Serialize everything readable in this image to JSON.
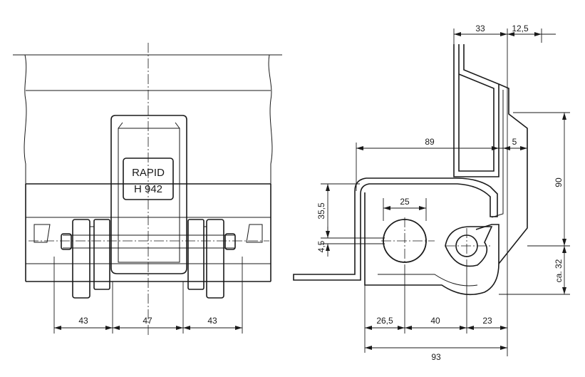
{
  "plate": {
    "line1": "RAPID",
    "line2": "H 942"
  },
  "dimensions": {
    "left_a": "43",
    "left_b": "47",
    "left_c": "43",
    "top_a": "33",
    "top_b": "12,5",
    "width_89": "89",
    "gap_5": "5",
    "height_90": "90",
    "dia_25": "25",
    "h_35_5": "35,5",
    "h_4_5": "4,5",
    "ca_32": "ca. 32",
    "b_26_5": "26,5",
    "b_40": "40",
    "b_23": "23",
    "b_93": "93"
  }
}
